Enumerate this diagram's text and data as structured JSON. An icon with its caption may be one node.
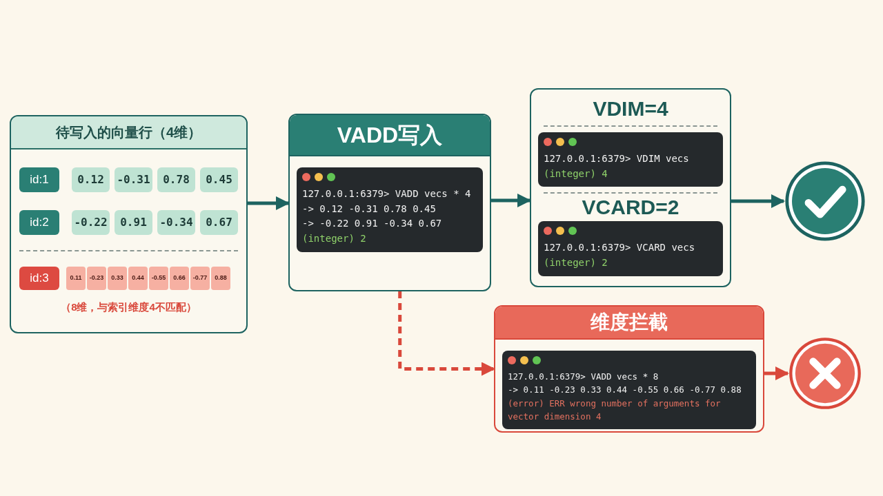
{
  "diagram": {
    "nodes": [
      {
        "text": [
          "待写入的向量行（4维）",
          "（8维，与索引维度4不匹配）"
        ]
      },
      {
        "text": [
          "id:1"
        ],
        "in": 0
      },
      {
        "text": [
          "0.12"
        ],
        "in": 0
      },
      {
        "text": [
          "-0.31"
        ],
        "in": 0
      },
      {
        "text": [
          "0.78"
        ],
        "in": 0
      },
      {
        "text": [
          "0.45"
        ],
        "in": 0
      },
      {
        "text": [
          "id:2"
        ],
        "in": 0
      },
      {
        "text": [
          "-0.22"
        ],
        "in": 0
      },
      {
        "text": [
          "0.91"
        ],
        "in": 0
      },
      {
        "text": [
          "-0.34"
        ],
        "in": 0
      },
      {
        "text": [
          "0.67"
        ],
        "in": 0
      },
      {
        "text": [
          "id:3"
        ],
        "in": 0
      },
      {
        "text": [
          "0.11"
        ],
        "in": 0
      },
      {
        "text": [
          "-0.23"
        ],
        "in": 0
      },
      {
        "text": [
          "0.33"
        ],
        "in": 0
      },
      {
        "text": [
          "0.44"
        ],
        "in": 0
      },
      {
        "text": [
          "-0.55"
        ],
        "in": 0
      },
      {
        "text": [
          "0.66"
        ],
        "in": 0
      },
      {
        "text": [
          "-0.77"
        ],
        "in": 0
      },
      {
        "text": [
          "0.88"
        ],
        "in": 0
      },
      {
        "text": [
          "VADD写入"
        ]
      },
      {
        "text": [
          "127.0.0.1:6379> VADD vecs * 4",
          "-> 0.12 -0.31 0.78 0.45",
          "-> -0.22 0.91 -0.34 0.67",
          "(integer) 2"
        ],
        "in": 20
      },
      {
        "text": [
          "VDIM=4",
          "VCARD=2"
        ]
      },
      {
        "text": [
          "127.0.0.1:6379> VDIM vecs",
          "(integer) 4"
        ],
        "in": 22
      },
      {
        "text": [
          "127.0.0.1:6379> VCARD vecs",
          "(integer) 2"
        ],
        "in": 22
      },
      {
        "text": [],
        "shape": "circle"
      },
      {
        "text": [
          "维度拦截"
        ]
      },
      {
        "text": [
          "127.0.0.1:6379> VADD vecs * 8",
          "-> 0.11 -0.23 0.33 0.44 -0.55 0.66 -0.77 0.88",
          "(error) ERR wrong number of arguments for vector dimension 4"
        ],
        "in": 26
      },
      {
        "text": [],
        "shape": "circle"
      }
    ],
    "edges": [
      {
        "from": 0,
        "to": 20,
        "arrow": "to"
      },
      {
        "from": 20,
        "to": 22,
        "arrow": "to"
      },
      {
        "from": 22,
        "to": 25,
        "arrow": "to"
      },
      {
        "from": 20,
        "to": 26,
        "arrow": "to",
        "style": "dashed",
        "color": "#d9483b"
      },
      {
        "from": 26,
        "to": 28,
        "arrow": "to",
        "color": "#d9483b"
      }
    ]
  }
}
